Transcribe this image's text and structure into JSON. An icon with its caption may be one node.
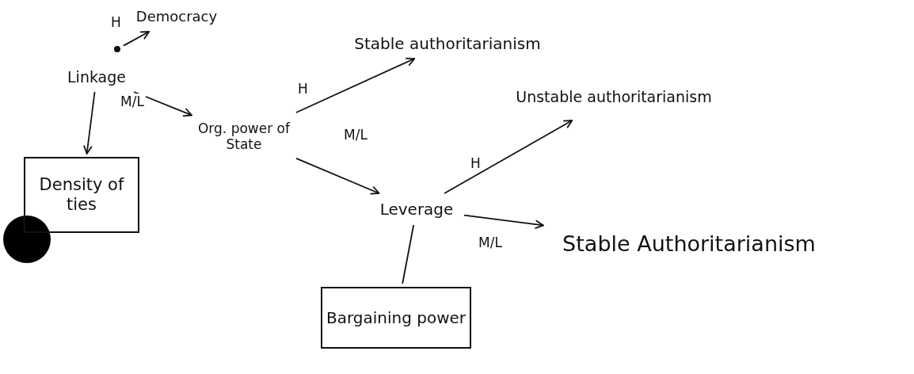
{
  "diagram": {
    "nodes": [
      {
        "text": [
          "Democracy"
        ]
      },
      {
        "text": [],
        "shape": "circle"
      },
      {
        "text": [
          "Linkage"
        ]
      },
      {
        "text": [
          "Density of ties"
        ]
      },
      {
        "text": [
          "Org. power of State"
        ]
      },
      {
        "text": [
          "Stable authoritarianism"
        ]
      },
      {
        "text": [
          "Leverage"
        ]
      },
      {
        "text": [
          "Unstable authoritarianism"
        ]
      },
      {
        "text": [
          "Stable Authoritarianism"
        ]
      },
      {
        "text": [
          "Bargaining power"
        ]
      }
    ],
    "edges": [
      {
        "from": 1,
        "to": 0,
        "arrow": "to",
        "label": "H"
      },
      {
        "from": 2,
        "to": 3,
        "arrow": "to"
      },
      {
        "from": 2,
        "to": 4,
        "arrow": "to",
        "label": "M/L"
      },
      {
        "from": 4,
        "to": 5,
        "arrow": "to",
        "label": "H"
      },
      {
        "from": 4,
        "to": 6,
        "arrow": "to",
        "label": "M/L"
      },
      {
        "from": 6,
        "to": 7,
        "arrow": "to",
        "label": "H"
      },
      {
        "from": 6,
        "to": 8,
        "arrow": "to",
        "label": "M/L"
      },
      {
        "from": 6,
        "to": 9,
        "arrow": "none"
      }
    ]
  }
}
